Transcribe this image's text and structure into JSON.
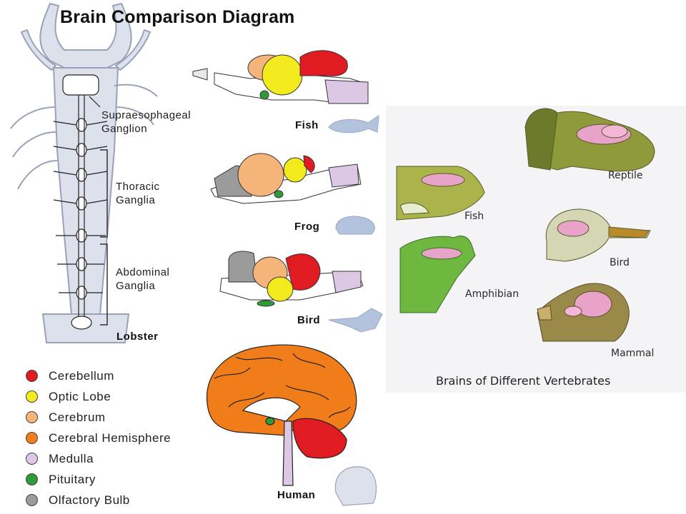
{
  "left_panel": {
    "title": "Brain Comparison Diagram",
    "lobster_labels": {
      "supraesophageal": "Supraesophageal\nGanglion",
      "thoracic": "Thoracic\nGanglia",
      "abdominal": "Abdominal\nGanglia",
      "lobster": "Lobster"
    },
    "animals": [
      "Fish",
      "Frog",
      "Bird",
      "Human"
    ],
    "legend": [
      {
        "label": "Cerebellum",
        "color": "#e11b22"
      },
      {
        "label": "Optic Lobe",
        "color": "#f2ea1d"
      },
      {
        "label": "Cerebrum",
        "color": "#f5b47a"
      },
      {
        "label": "Cerebral Hemisphere",
        "color": "#f07d1a"
      },
      {
        "label": "Medulla",
        "color": "#dcc8e4"
      },
      {
        "label": "Pituitary",
        "color": "#2f9a3a"
      },
      {
        "label": "Olfactory Bulb",
        "color": "#9b9b9b"
      }
    ]
  },
  "right_panel": {
    "labels": [
      "Fish",
      "Reptile",
      "Bird",
      "Amphibian",
      "Mammal"
    ],
    "title": "Brains of Different Vertebrates"
  }
}
